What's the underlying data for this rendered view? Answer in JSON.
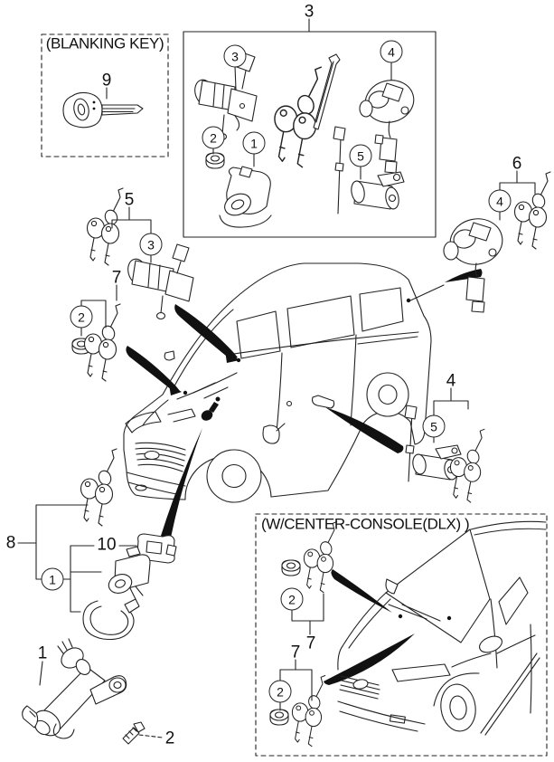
{
  "colors": {
    "line": "#222222",
    "arrow": "#111111",
    "background": "#ffffff"
  },
  "blanking_key_box": {
    "title": "(BLANKING KEY)",
    "key_ref": "9"
  },
  "lock_set_box": {
    "label": "3",
    "items": {
      "steering_lock": "3",
      "cap": "2",
      "ignition_switch": "1",
      "door_lock": "5",
      "liftgate_lock": "4"
    }
  },
  "group_6_right": {
    "label": "6",
    "item": "4"
  },
  "group_5_left": {
    "label": "5",
    "item": "3"
  },
  "group_7_left": {
    "label": "7",
    "item": "2"
  },
  "group_4_right": {
    "label": "4",
    "item": "5"
  },
  "group_8_left": {
    "label": "8",
    "item_10": "10",
    "item_1": "1"
  },
  "ignition_assembly": {
    "label": "1",
    "bolt_label": "2"
  },
  "center_console_box": {
    "title": "(W/CENTER-CONSOLE(DLX) )",
    "upper_group": {
      "label": "7",
      "item": "2"
    },
    "lower_group": {
      "label": "7",
      "item": "2"
    }
  }
}
